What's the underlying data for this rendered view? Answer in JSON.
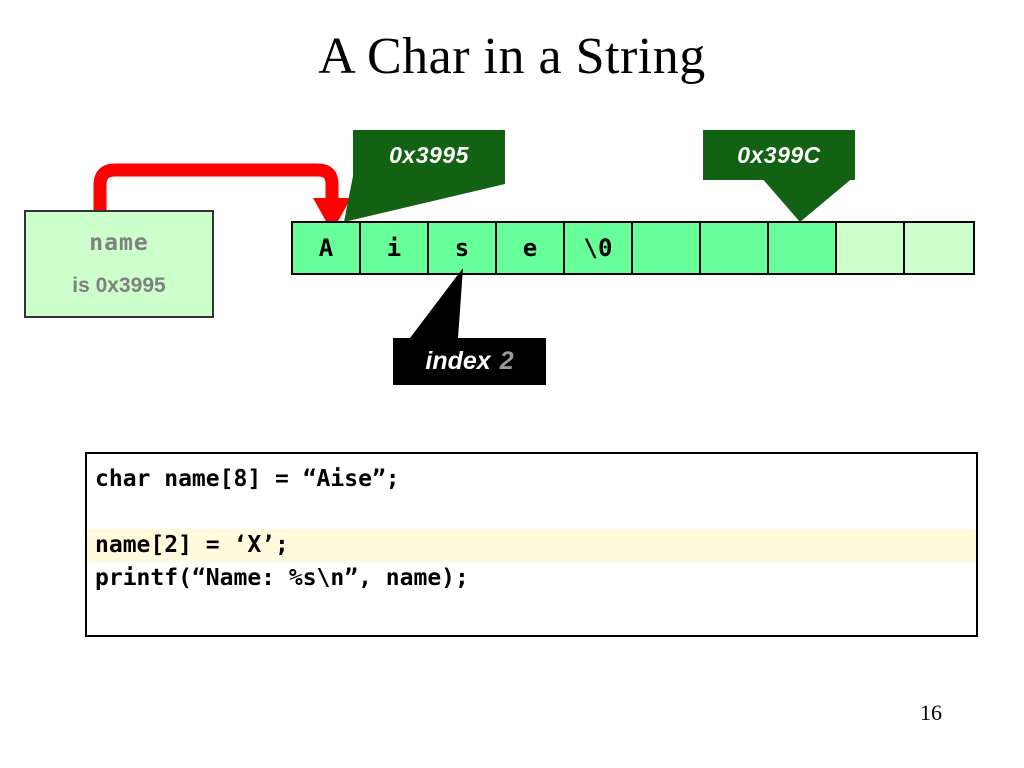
{
  "slide": {
    "title": "A Char in a String",
    "page_number": "16"
  },
  "variable_box": {
    "name": "name",
    "address_text": "is 0x3995"
  },
  "callouts": [
    {
      "id": "start-address",
      "label": "0x3995",
      "color": "#136112",
      "points_to_cell": 0
    },
    {
      "id": "end-address",
      "label": "0x399C",
      "color": "#136112",
      "points_to_cell": 7
    }
  ],
  "index_callout": {
    "label": "index",
    "value": "2",
    "label_color": "#FFFFFF",
    "value_color": "#9A9A9A",
    "background": "#000000",
    "points_to_cell": 2
  },
  "array": {
    "cells": [
      {
        "value": "A",
        "state": "filled"
      },
      {
        "value": "i",
        "state": "filled"
      },
      {
        "value": "s",
        "state": "filled"
      },
      {
        "value": "e",
        "state": "filled"
      },
      {
        "value": "\\0",
        "state": "filled"
      },
      {
        "value": "",
        "state": "filled"
      },
      {
        "value": "",
        "state": "filled"
      },
      {
        "value": "",
        "state": "filled"
      },
      {
        "value": "",
        "state": "unused"
      },
      {
        "value": "",
        "state": "unused"
      }
    ],
    "filled_color": "#66FF99",
    "unused_color": "#CCFFCC"
  },
  "code": {
    "lines": [
      {
        "text": "char name[8] = “Aise”;",
        "highlight": false
      },
      {
        "text": "",
        "highlight": false
      },
      {
        "text": "name[2] = ‘X’;",
        "highlight": true
      },
      {
        "text": "printf(“Name: %s\\n”, name);",
        "highlight": false
      }
    ],
    "highlight_color": "#FFFCDD"
  },
  "arrow": {
    "color": "#FF0000",
    "from": "variable-box",
    "to": "array-cell-0"
  }
}
